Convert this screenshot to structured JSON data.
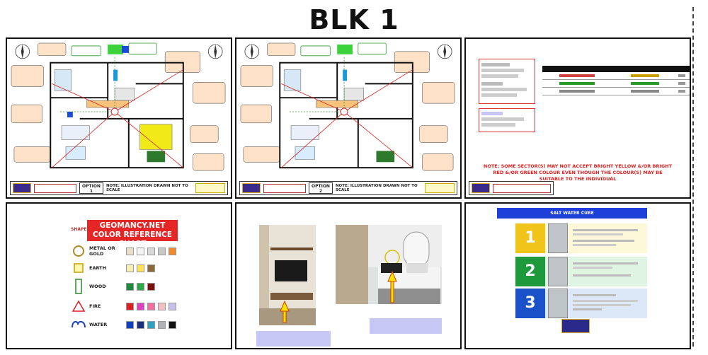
{
  "page": {
    "title": "BLK 1"
  },
  "plans": [
    {
      "option_label": "OPTION",
      "option_number": "1",
      "note": "NOTE: ILLUSTRATION DRAWN NOT TO SCALE"
    },
    {
      "option_label": "OPTION",
      "option_number": "2",
      "note": "NOTE: ILLUSTRATION DRAWN NOT TO SCALE"
    }
  ],
  "color_table": {
    "note": "NOTE: SOME SECTOR(S) MAY NOT ACCEPT BRIGHT YELLOW &/OR BRIGHT RED &/OR GREEN COLOUR EVEN THOUGH THE COLOUR(S) MAY BE SUITABLE TO THE INDIVIDUAL"
  },
  "geomancy_chart": {
    "shape_label": "SHAPE",
    "title": "GEOMANCY.NET COLOR REFERENCE CHART",
    "rows": [
      {
        "label": "METAL OR GOLD",
        "colors": [
          "#e8e0c8",
          "#f4f4f4",
          "#d8d8d8",
          "#c8c8c8",
          "#f08b2c"
        ]
      },
      {
        "label": "EARTH",
        "colors": [
          "#f5f0b0",
          "#ffe25a",
          "#8a6a3a"
        ]
      },
      {
        "label": "WOOD",
        "colors": [
          "#1e8a3c",
          "#2aa84a",
          "#7a1010"
        ]
      },
      {
        "label": "FIRE",
        "colors": [
          "#d82020",
          "#e040c0",
          "#f070a0",
          "#f4c0c8",
          "#c8c0e8"
        ]
      },
      {
        "label": "WATER",
        "colors": [
          "#1040c0",
          "#1a3080",
          "#30a0c0",
          "#b0b0b8",
          "#111111"
        ]
      }
    ]
  },
  "salt_water": {
    "header": "SALT WATER CURE",
    "steps": [
      {
        "number": "1",
        "color": "#f0c419"
      },
      {
        "number": "2",
        "color": "#1e9a3c"
      },
      {
        "number": "3",
        "color": "#1a50c8"
      }
    ]
  },
  "colors": {
    "accent_red": "#e52626",
    "header_blue": "#1f3fd9",
    "caption_lavender": "#c7c7f5"
  }
}
